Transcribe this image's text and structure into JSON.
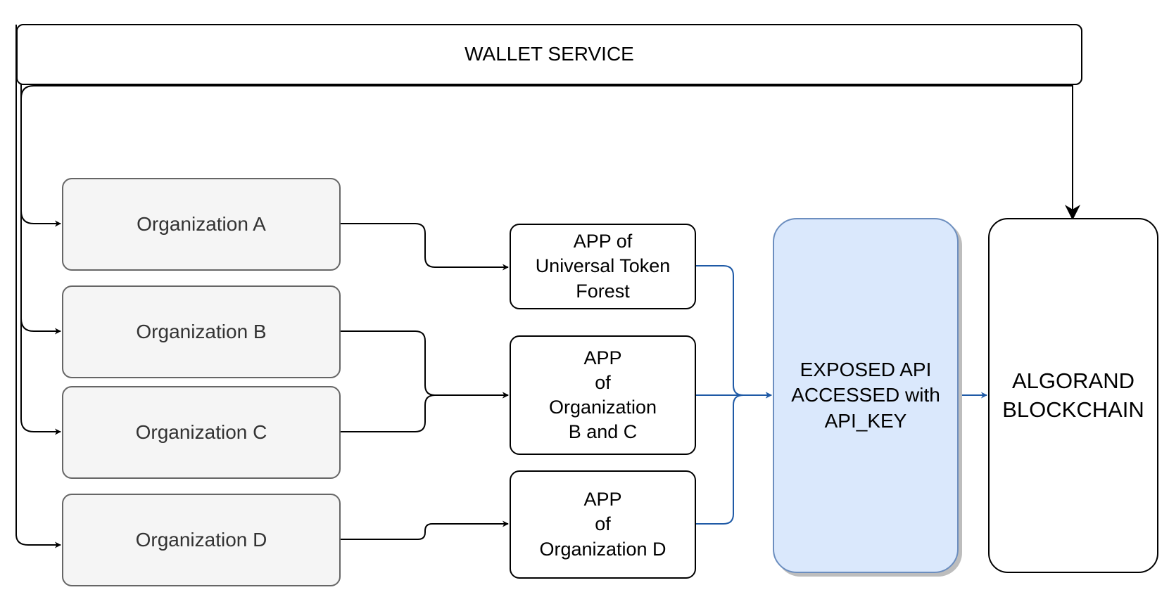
{
  "nodes": {
    "wallet_service": "WALLET SERVICE",
    "org_a": "Organization A",
    "org_b": "Organization B",
    "org_c": "Organization C",
    "org_d": "Organization D",
    "app_forest": "APP of\nUniversal Token\nForest",
    "app_bc": "APP\nof\nOrganization\nB and C",
    "app_d": "APP\nof\nOrganization D",
    "exposed_api": "EXPOSED API\nACCESSED with\nAPI_KEY",
    "algorand": "ALGORAND\nBLOCKCHAIN"
  },
  "colors": {
    "org_fill": "#f5f5f5",
    "org_stroke": "#666666",
    "api_fill": "#dae8fc",
    "api_stroke": "#6c8ebf",
    "api_edge": "#1f5aa6",
    "edge": "#000000"
  },
  "edges": [
    {
      "from": "wallet_service",
      "to": "org_a"
    },
    {
      "from": "wallet_service",
      "to": "org_b"
    },
    {
      "from": "wallet_service",
      "to": "org_c"
    },
    {
      "from": "wallet_service",
      "to": "org_d"
    },
    {
      "from": "wallet_service",
      "to": "algorand"
    },
    {
      "from": "org_a",
      "to": "app_forest"
    },
    {
      "from": "org_b",
      "to": "app_bc"
    },
    {
      "from": "org_c",
      "to": "app_bc"
    },
    {
      "from": "org_d",
      "to": "app_d"
    },
    {
      "from": "app_forest",
      "to": "exposed_api"
    },
    {
      "from": "app_bc",
      "to": "exposed_api"
    },
    {
      "from": "app_d",
      "to": "exposed_api"
    },
    {
      "from": "exposed_api",
      "to": "algorand"
    }
  ]
}
